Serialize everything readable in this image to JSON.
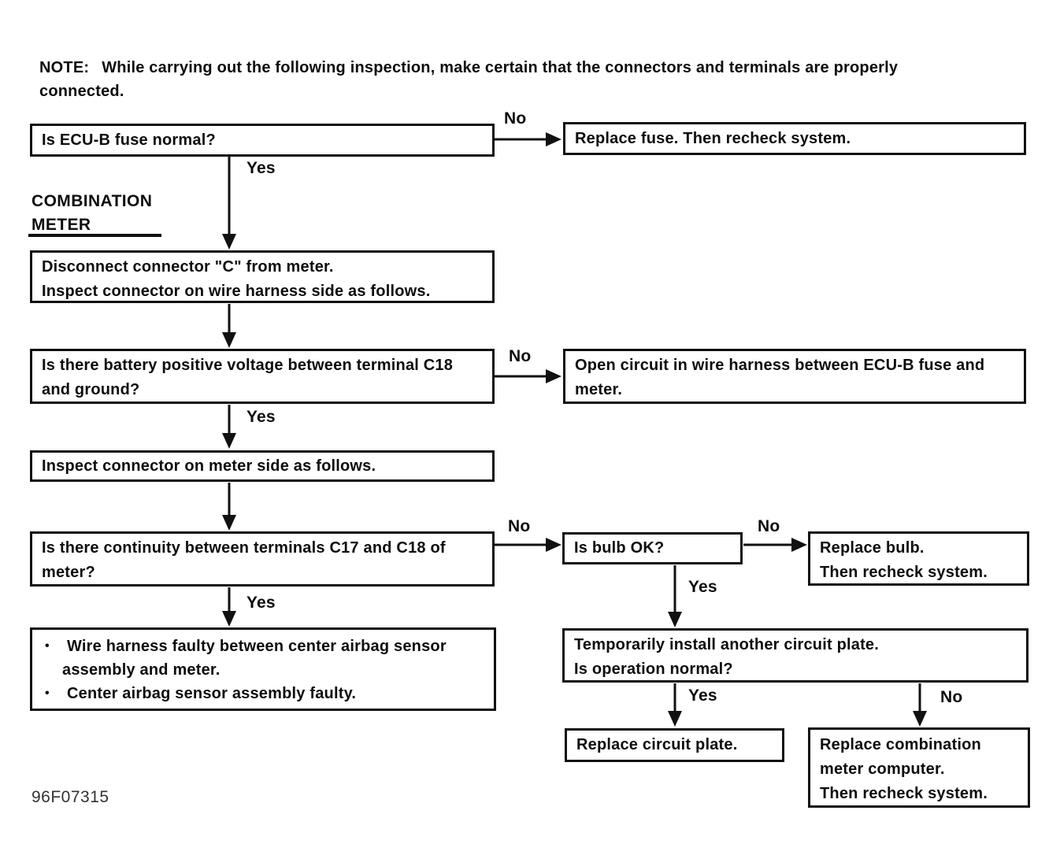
{
  "note": {
    "label": "NOTE:",
    "line1": "While carrying out the following inspection, make certain that the connectors and terminals are properly",
    "line2": "connected."
  },
  "section_label": {
    "line1": "COMBINATION",
    "line2": "METER"
  },
  "decision_labels": {
    "yes": "Yes",
    "no": "No"
  },
  "boxes": {
    "fuse_check": {
      "line1": "Is ECU-B fuse normal?"
    },
    "replace_fuse": {
      "line1": "Replace fuse. Then recheck system."
    },
    "disconnect_connector": {
      "line1": "Disconnect connector \"C\" from meter.",
      "line2": "Inspect connector on wire harness side as follows."
    },
    "battery_voltage": {
      "line1": "Is there battery positive voltage between terminal C18",
      "line2": "and ground?"
    },
    "open_circuit": {
      "line1": "Open circuit in wire harness between ECU-B fuse and",
      "line2": "meter."
    },
    "inspect_meter_side": {
      "line1": "Inspect connector on meter side as follows."
    },
    "continuity_check": {
      "line1": "Is there continuity between terminals C17 and C18 of",
      "line2": "meter?"
    },
    "faulty_conclusions": {
      "bullet": "•",
      "item1_line1": "Wire harness faulty between center airbag sensor",
      "item1_line2": "assembly  and meter.",
      "item2": "Center airbag sensor assembly faulty."
    },
    "bulb_check": {
      "line1": "Is bulb OK?"
    },
    "replace_bulb": {
      "line1": "Replace bulb.",
      "line2": "Then recheck system."
    },
    "circuit_plate_test": {
      "line1": "Temporarily install another circuit plate.",
      "line2": "Is operation normal?"
    },
    "replace_circuit_plate": {
      "line1": "Replace circuit plate."
    },
    "replace_meter_computer": {
      "line1": "Replace combination",
      "line2": "meter computer.",
      "line3": "Then recheck system."
    }
  },
  "figure_code": "96F07315"
}
